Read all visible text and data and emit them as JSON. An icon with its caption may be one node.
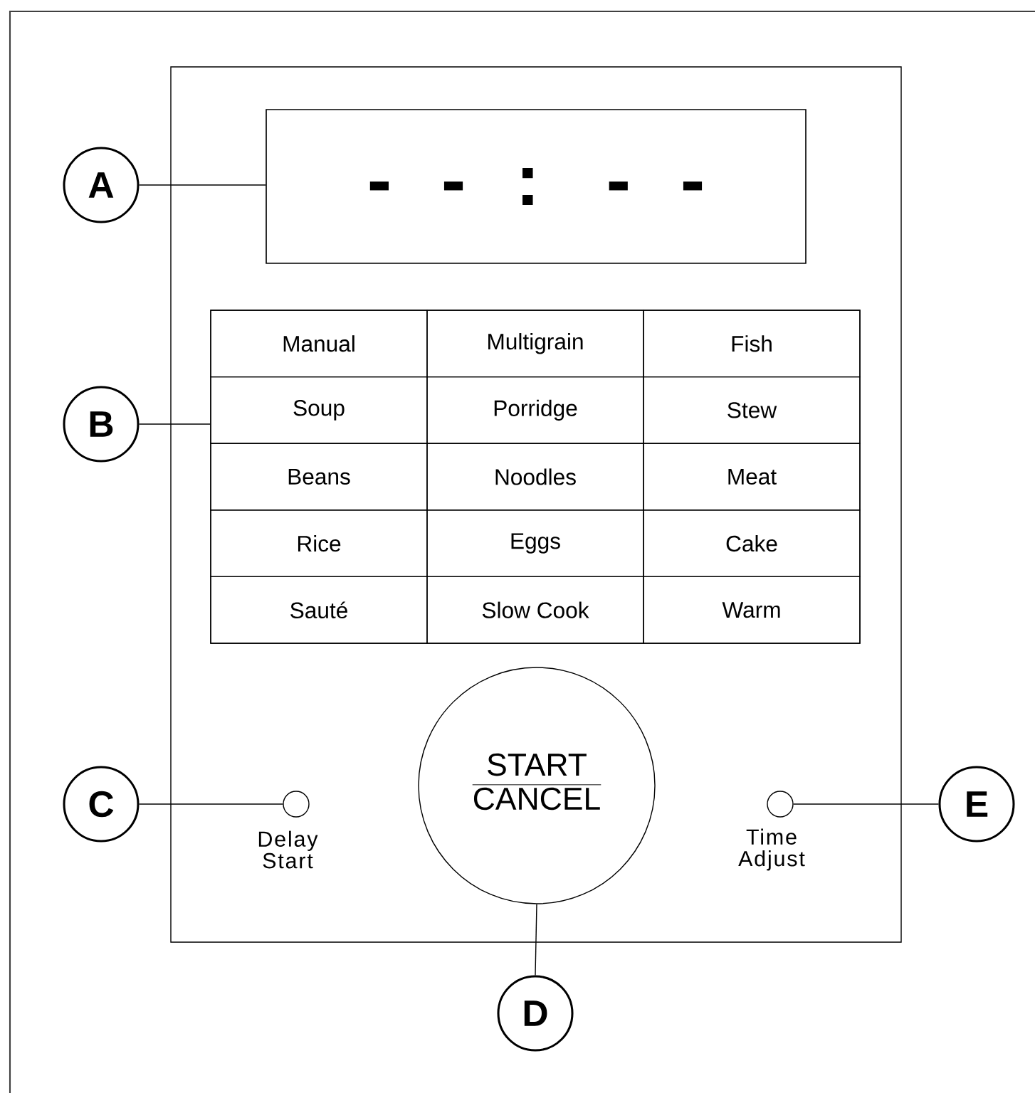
{
  "diagram": {
    "nodes": [
      {
        "text": [],
        "shape": "box"
      },
      {
        "text": [
          "A"
        ]
      },
      {
        "text": [
          "- - : - -"
        ],
        "in": 0
      },
      {
        "text": [
          "B"
        ]
      },
      {
        "text": [],
        "shape": "box",
        "in": 0
      },
      {
        "text": [
          "Manual"
        ],
        "in": 4
      },
      {
        "text": [
          "Multigrain"
        ],
        "in": 4
      },
      {
        "text": [
          "Fish"
        ],
        "in": 4
      },
      {
        "text": [
          "Soup"
        ],
        "in": 4
      },
      {
        "text": [
          "Porridge"
        ],
        "in": 4
      },
      {
        "text": [
          "Stew"
        ],
        "in": 4
      },
      {
        "text": [
          "Beans"
        ],
        "in": 4
      },
      {
        "text": [
          "Noodles"
        ],
        "in": 4
      },
      {
        "text": [
          "Meat"
        ],
        "in": 4
      },
      {
        "text": [
          "Rice"
        ],
        "in": 4
      },
      {
        "text": [
          "Eggs"
        ],
        "in": 4
      },
      {
        "text": [
          "Cake"
        ],
        "in": 4
      },
      {
        "text": [
          "Sauté"
        ],
        "in": 4
      },
      {
        "text": [
          "Slow Cook"
        ],
        "in": 4
      },
      {
        "text": [
          "Warm"
        ],
        "in": 4
      },
      {
        "text": [
          "C"
        ]
      },
      {
        "text": [],
        "shape": "circle",
        "in": 0,
        "beside": [
          "Delay Start"
        ]
      },
      {
        "text": [
          "START",
          "CANCEL"
        ],
        "in": 0
      },
      {
        "text": [],
        "shape": "circle",
        "in": 0,
        "beside": [
          "Time Adjust"
        ]
      },
      {
        "text": [
          "E"
        ]
      },
      {
        "text": [
          "D"
        ]
      }
    ],
    "edges": [
      {
        "from": 1,
        "to": 2,
        "arrow": "none"
      },
      {
        "from": 3,
        "to": 4,
        "arrow": "none"
      },
      {
        "from": 20,
        "to": 21,
        "arrow": "none"
      },
      {
        "from": 25,
        "to": 22,
        "arrow": "none"
      },
      {
        "from": 24,
        "to": 23,
        "arrow": "none"
      }
    ]
  }
}
